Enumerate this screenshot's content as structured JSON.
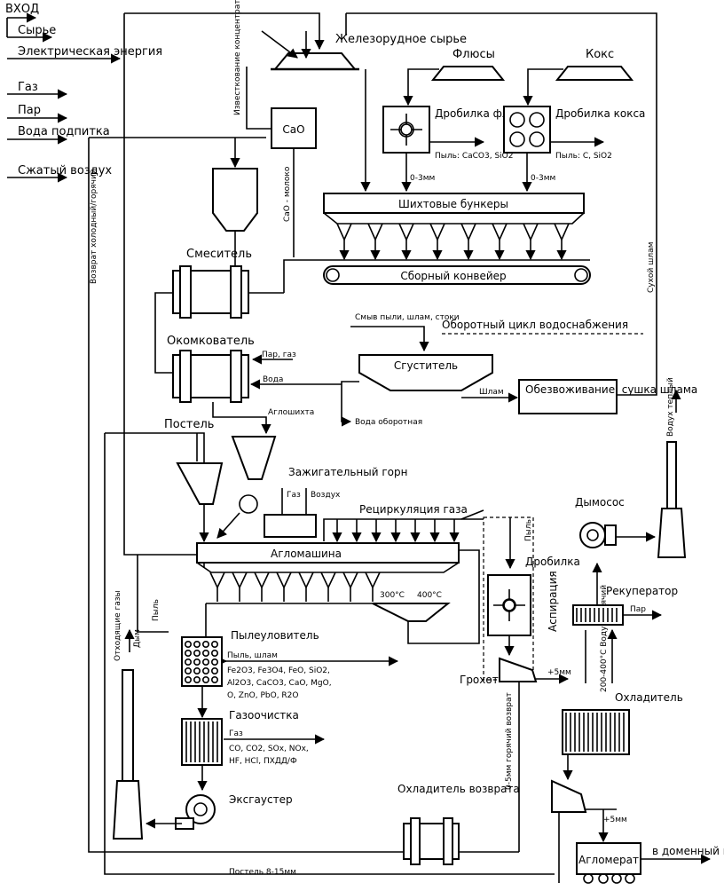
{
  "legend": {
    "title": "ВХОД",
    "items": [
      "Сырье",
      "Электрическая энергия",
      "Газ",
      "Пар",
      "Вода подпитка",
      "Сжатый воздух"
    ]
  },
  "raw": {
    "ore": "Железорудное сырье",
    "flux": "Флюсы",
    "coke": "Кокс",
    "lime_label": "Известкование концентрата",
    "cao": "CaO",
    "cao_milk": "CaO - молоко"
  },
  "crushers": {
    "flux_crusher": "Дробилка флюса",
    "coke_crusher": "Дробилка кокса",
    "flux_dust": "Пыль: CaCO3, SiO2",
    "coke_dust": "Пыль: C, SiO2",
    "size1": "0-3мм",
    "size2": "0-3мм"
  },
  "bunkers": {
    "charge": "Шихтовые бункеры",
    "conveyor": "Сборный конвейер",
    "dry_sludge": "Сухой шлам",
    "return": "Возврат холодный/горячий"
  },
  "mixing": {
    "mixer": "Смеситель",
    "pelletizer": "Окомкователь",
    "steam_gas": "Пар, газ",
    "water": "Вода",
    "charge_mix": "Аглошихта"
  },
  "water_cycle": {
    "title": "Оборотный цикл водоснабжения",
    "inputs": "Смыв пыли, шлам, стоки",
    "thickener": "Сгуститель",
    "sludge": "Шлам",
    "dewater": "Обезвоживание, сушка шлама",
    "recycled": "Вода оборотная"
  },
  "sinter": {
    "bedding": "Постель",
    "ignition": "Зажигательный горн",
    "gas": "Газ",
    "air": "Воздух",
    "recirc": "Рециркуляция газа",
    "machine": "Агломашина",
    "t300": "300°C",
    "t400": "400°C",
    "dust_label": "Пыль"
  },
  "cleaning": {
    "offgas": "Отходящие газы",
    "smoke": "Дым",
    "dust_catcher": "Пылеуловитель",
    "dust_out": "Пыль, шлам",
    "comp1": "Fe2O3, Fe3O4, FeO, SiO2,",
    "comp2": "Al2O3, CaCO3, CaO, MgO,",
    "comp3": "O, ZnO, PbO, R2O",
    "gas_clean": "Газоочистка",
    "gas_label": "Газ",
    "gas1": "CO, CO2, SOx, NOx,",
    "gas2": "HF, HCl, ПХДД/Ф",
    "exhauster": "Эксгаустер"
  },
  "right_side": {
    "crusher": "Дробилка",
    "aspiration": "Аспирация",
    "dust": "Пыль",
    "screen": "Грохот",
    "plus5a": "+5мм",
    "smoke_fan": "Дымосос",
    "warm_air": "Водух теплый",
    "recuperator": "Рекуператор",
    "steam": "Пар",
    "hot_air": "200-400°С Водух горячий",
    "cooler": "Охладитель",
    "hot_return": "0-5мм горячий возврат",
    "return_cooler": "Охладитель возврата",
    "plus5b": "+5мм",
    "sinter_product": "Агломерат",
    "to_blast": "в доменный цех",
    "bedding_return": "Постель 8-15мм"
  }
}
